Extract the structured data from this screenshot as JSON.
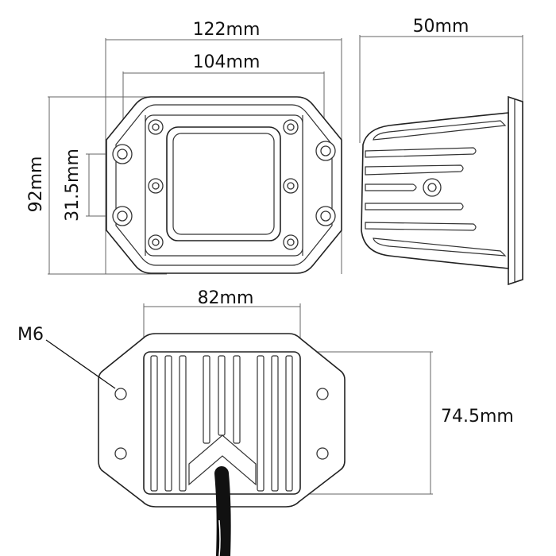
{
  "dimensions": {
    "width_overall": "122mm",
    "width_mount": "104mm",
    "depth": "50mm",
    "height_overall": "92mm",
    "hole_spacing": "31.5mm",
    "housing_width": "82mm",
    "housing_height": "74.5mm"
  },
  "callouts": {
    "thread": "M6"
  }
}
